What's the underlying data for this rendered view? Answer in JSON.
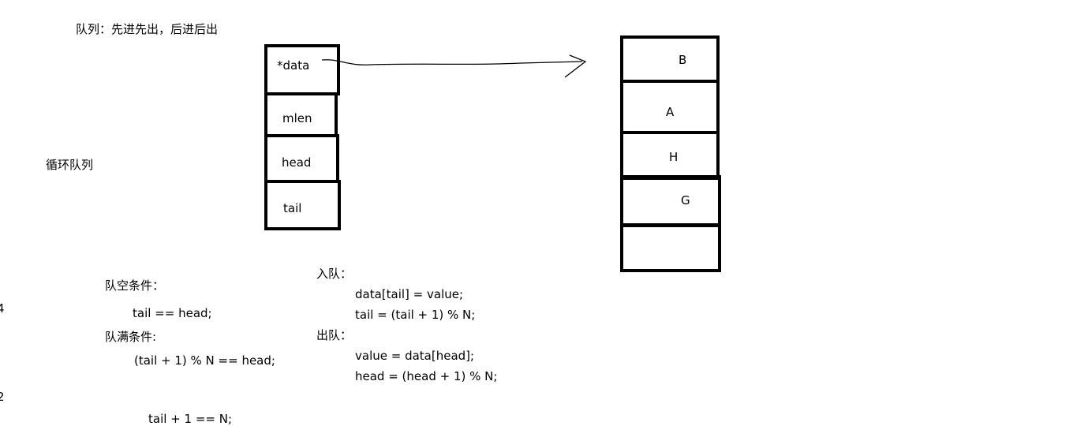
{
  "title": "队列：先进先出，后进后出",
  "circular_queue_label": "循环队列",
  "struct_fields": [
    "*data",
    "mlen",
    "head",
    "tail"
  ],
  "array_cells": [
    "B",
    "A",
    "H",
    "G",
    ""
  ],
  "empty_condition": {
    "label": "队空条件：",
    "expr": "tail == head;"
  },
  "full_condition": {
    "label": "队满条件:",
    "expr": "(tail + 1) % N == head;",
    "expr2": "tail + 1 == N;"
  },
  "enqueue": {
    "label": "入队：",
    "line1": "data[tail] = value;",
    "line2": "tail = (tail + 1) % N;"
  },
  "dequeue": {
    "label": "出队：",
    "line1": "value = data[head];",
    "line2": "head = (head + 1) % N;"
  },
  "edge_marks": [
    "4",
    "2"
  ]
}
